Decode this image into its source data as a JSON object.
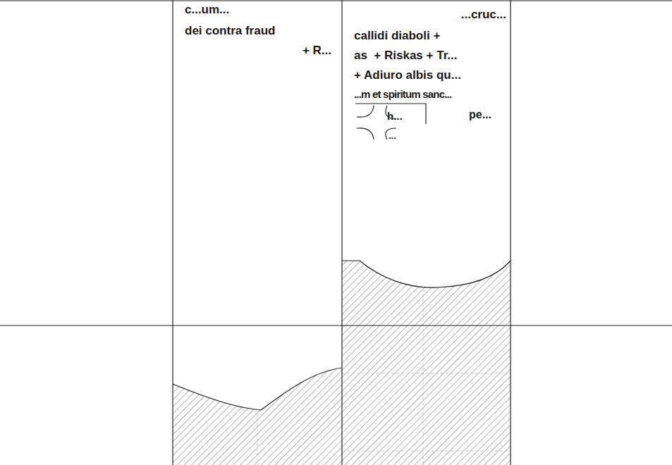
{
  "diagram": {
    "nodes": [
      {
        "text": [
          "c...um...",
          "dei contra fraud",
          "+ R..."
        ]
      },
      {
        "text": [
          "...cruc...",
          "callidi diaboli +",
          "as  + Riskas + Tr...",
          "+ Adiuro albis qu...",
          "...m et spiritum sanc...",
          "h...",
          "pe...",
          "..."
        ]
      }
    ]
  }
}
